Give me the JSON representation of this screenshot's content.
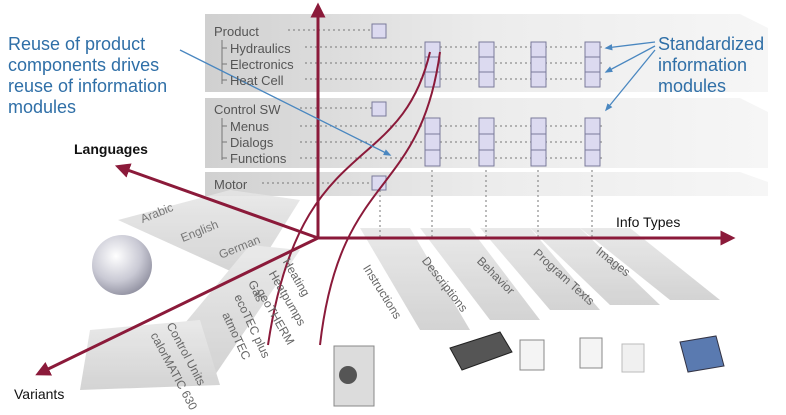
{
  "callouts": {
    "left": [
      "Reuse of product",
      "components drives",
      "reuse of information",
      "modules"
    ],
    "right": [
      "Standardized",
      "information",
      "modules"
    ]
  },
  "axes": {
    "languages": "Languages",
    "info_types": "Info Types",
    "variants": "Variants"
  },
  "tree": {
    "product": "Product",
    "product_children": [
      "Hydraulics",
      "Electronics",
      "Heat Cell"
    ],
    "control_sw": "Control SW",
    "control_sw_children": [
      "Menus",
      "Dialogs",
      "Functions"
    ],
    "motor": "Motor"
  },
  "languages": [
    "Arabic",
    "English",
    "German"
  ],
  "info_types": [
    "Instructions",
    "Descriptions",
    "Behavior",
    "Program Texts",
    "Images"
  ],
  "variants": {
    "heating": "Heating",
    "heatpumps": "Heatpumps",
    "geotherm": "geoTHERM",
    "gas": "Gas",
    "ecotec": "ecoTEC plus",
    "atmotec": "atmoTEC",
    "control_units": "Control Units",
    "calormatic": "calorMATIC 630"
  },
  "colors": {
    "axis": "#8b1a3a",
    "callout_text": "#2f6fa7",
    "module": "#dcdaf0",
    "panel": "#e4e4e4",
    "strip": "#d5d5d5"
  }
}
